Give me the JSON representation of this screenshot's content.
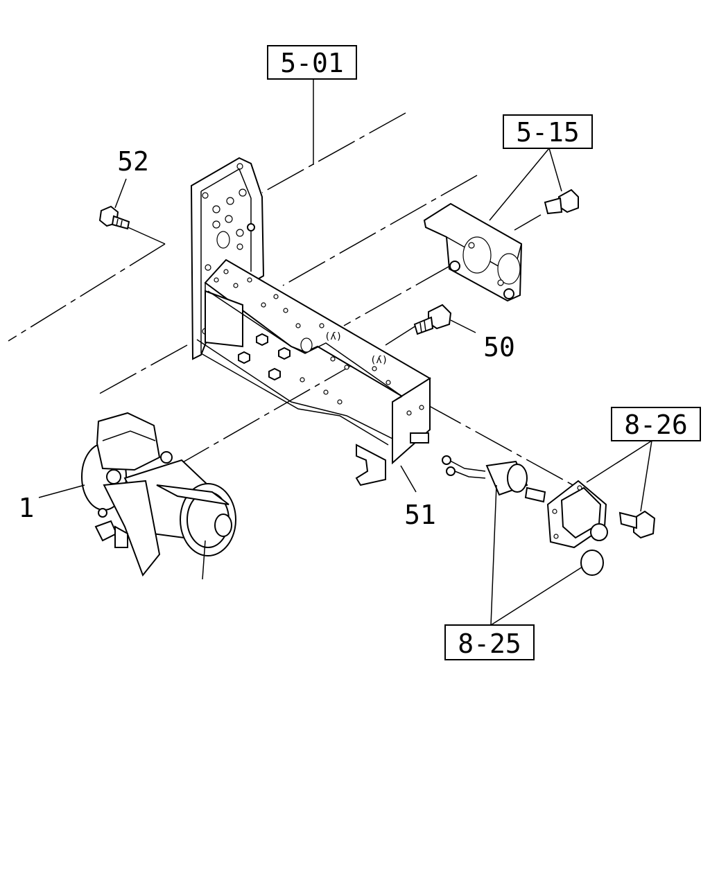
{
  "callouts": {
    "ref_5_01": "5-01",
    "ref_5_15": "5-15",
    "ref_8_26": "8-26",
    "ref_8_25": "8-25",
    "part_52": "52",
    "part_50": "50",
    "part_51": "51",
    "part_1": "1"
  }
}
